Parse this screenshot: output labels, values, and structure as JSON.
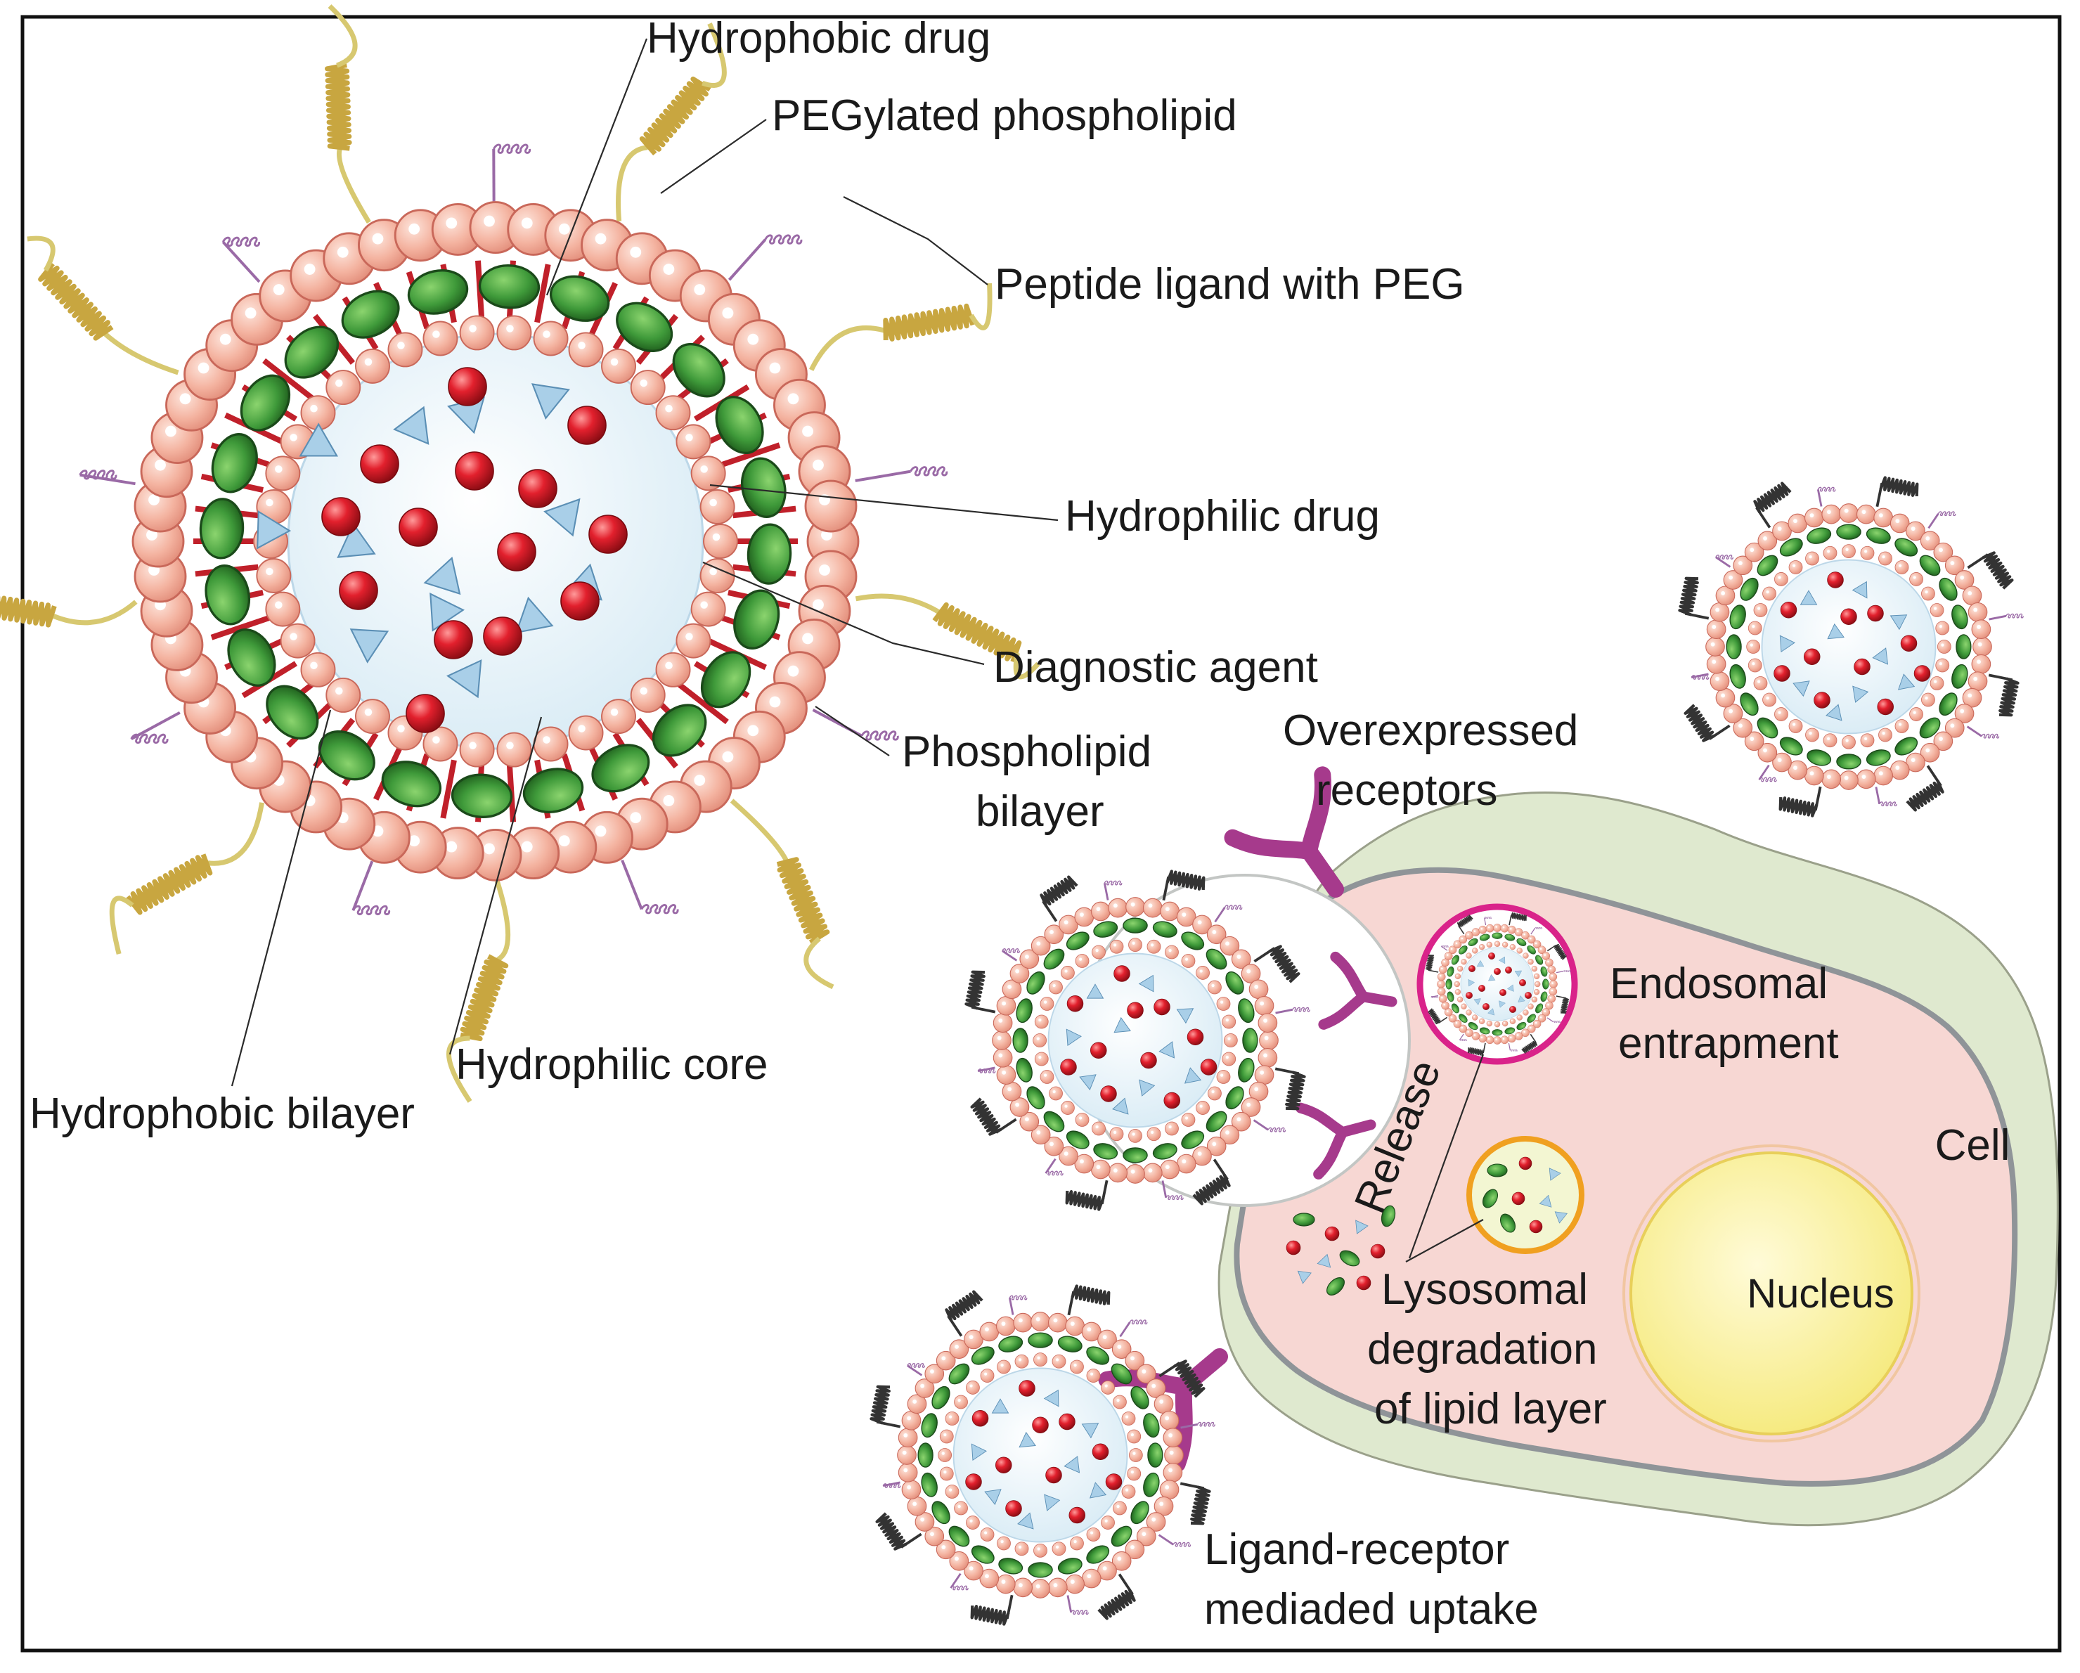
{
  "labels": {
    "hydrophobic_drug": "Hydrophobic drug",
    "pegylated_phospholipid": "PEGylated phospholipid",
    "peptide_ligand": "Peptide ligand with PEG",
    "hydrophilic_drug": "Hydrophilic drug",
    "diagnostic_agent": "Diagnostic agent",
    "phospholipid_bilayer_1": "Phospholipid",
    "phospholipid_bilayer_2": "bilayer",
    "hydrophilic_core": "Hydrophilic core",
    "hydrophobic_bilayer": "Hydrophobic bilayer",
    "overexpressed_receptors_1": "Overexpressed",
    "overexpressed_receptors_2": "receptors",
    "endosomal_1": "Endosomal",
    "endosomal_2": "entrapment",
    "release": "Release",
    "cell": "Cell",
    "nucleus": "Nucleus",
    "lysosomal_1": "Lysosomal",
    "lysosomal_2": "degradation",
    "lysosomal_3": "of lipid layer",
    "uptake_1": "Ligand-receptor",
    "uptake_2": "mediaded uptake"
  },
  "colors": {
    "phospholipid_head": "#f4b3a0",
    "phospholipid_edge": "#c9685a",
    "hydrophobic_drug": "#3f9a3a",
    "hydrophilic_drug": "#a9cfe8",
    "diagnostic_agent": "#d81e2a",
    "core": "#e6f2f8",
    "ligand_coil": "#c8a640",
    "peg": "#9a6aa6",
    "receptor": "#a63a8c",
    "cell_body": "#f7d7d3",
    "cell_outer": "#dfe9cf",
    "nucleus": "#fbf3a8",
    "endosome_ring": "#d9238a",
    "lysosome_ring": "#f0a020"
  }
}
